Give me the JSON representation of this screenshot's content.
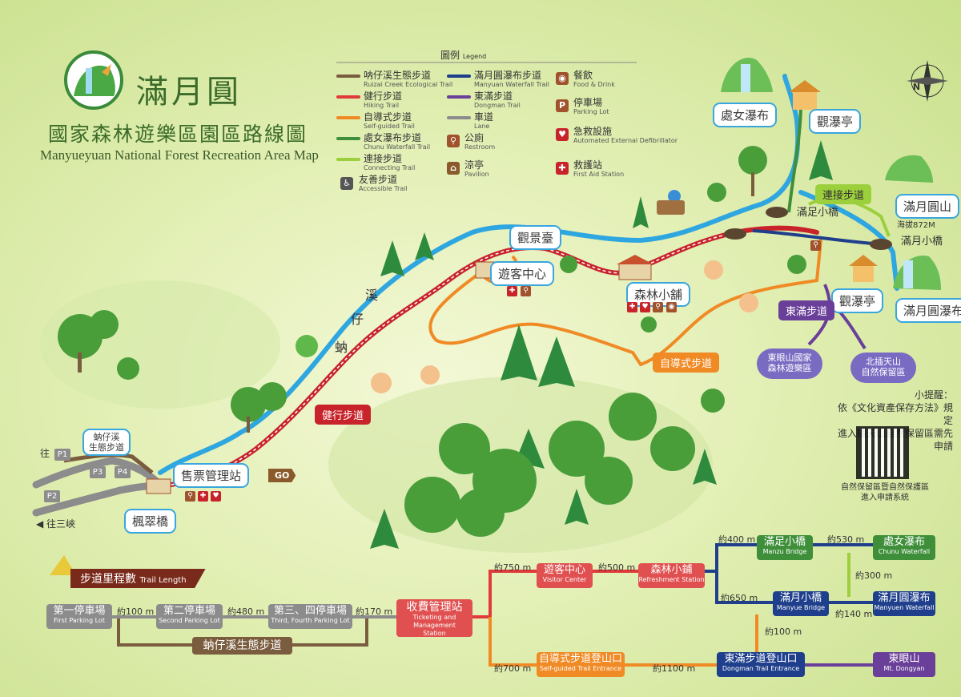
{
  "title": {
    "main": "滿月圓",
    "subtitle_cn": "國家森林遊樂區園區路線圖",
    "subtitle_en": "Manyueyuan National Forest Recreation Area Map"
  },
  "legend": {
    "heading": "圖例",
    "heading_en": "Legend",
    "items": [
      {
        "cn": "呐仔溪生態步道",
        "en": "Ruizai Creek Ecological Trail",
        "color": "#7a5c3e"
      },
      {
        "cn": "健行步道",
        "en": "Hiking Trail",
        "color": "#e03a3a"
      },
      {
        "cn": "自導式步道",
        "en": "Self-guided Trail",
        "color": "#f08a24"
      },
      {
        "cn": "處女瀑布步道",
        "en": "Chunu Waterfall Trail",
        "color": "#3f8f3a"
      },
      {
        "cn": "連接步道",
        "en": "Connecting Trail",
        "color": "#9ccf3c"
      },
      {
        "cn": "滿月圓瀑布步道",
        "en": "Manyuan Waterfall Trail",
        "color": "#1f3f8c"
      },
      {
        "cn": "東滿步道",
        "en": "Dongman Trail",
        "color": "#6a3f99"
      },
      {
        "cn": "車道",
        "en": "Lane",
        "color": "#8c8c8c"
      }
    ],
    "accessible": {
      "cn": "友善步道",
      "en": "Accessible Trail"
    },
    "amenities": [
      {
        "cn": "公廁",
        "en": "Restroom",
        "icon": "restroom-icon"
      },
      {
        "cn": "涼亭",
        "en": "Pavilion",
        "icon": "pavilion-icon"
      },
      {
        "cn": "餐飲",
        "en": "Food & Drink",
        "icon": "food-icon"
      },
      {
        "cn": "停車場",
        "en": "Parking Lot",
        "icon": "parking-icon",
        "glyph": "P"
      },
      {
        "cn": "急救設施",
        "en": "Automated External Defibrillator",
        "icon": "aed-icon",
        "glyph": "AED"
      },
      {
        "cn": "救護站",
        "en": "First Aid Station",
        "icon": "first-aid-icon",
        "glyph": "✚"
      }
    ]
  },
  "places": {
    "chunu_waterfall": "處女瀑布",
    "guanpu_pavilion_top": "觀瀑亭",
    "connecting_trail": "連接步道",
    "manyuan_mountain": "滿月圓山",
    "manyuan_mountain_alt": "海拔872M",
    "manzu_bridge": "滿足小橋",
    "manyue_bridge": "滿月小橋",
    "guanjing_platform": "觀景臺",
    "visitor_center": "遊客中心",
    "forest_shop": "森林小舖",
    "guanpu_pavilion": "觀瀑亭",
    "manyuan_waterfall": "滿月圓瀑布",
    "dongman_trail": "東滿步道",
    "dongyan_forest": "東眼山國家\n森林遊樂區",
    "beichatian_reserve": "北插天山\n自然保留區",
    "self_guided_trail": "自導式步道",
    "hiking_trail": "健行步道",
    "creek_chars": [
      "溪",
      "仔",
      "蚋"
    ],
    "ruizai_trail": "蚋仔溪\n生態步道",
    "ticket_station": "售票管理站",
    "fengcui_bridge": "楓翠橋",
    "to_p1": "往",
    "to_sanxia": "往三峽",
    "go_sign": "GO",
    "parking": [
      "P1",
      "P2",
      "P3",
      "P4"
    ]
  },
  "reminder": {
    "title": "小提醒：",
    "line1": "依《文化資產保存方法》規定",
    "line2": "進入插天山自然保留區需先申請",
    "qr_caption1": "自然保留區暨自然保護區",
    "qr_caption2": "進入申請系統"
  },
  "compass": {
    "north": "N"
  },
  "trail_length": {
    "title": "步道里程數",
    "title_en": "Trail Length",
    "nodes": {
      "first_parking": {
        "cn": "第一停車場",
        "en": "First Parking Lot"
      },
      "second_parking": {
        "cn": "第二停車場",
        "en": "Second Parking Lot"
      },
      "third_parking": {
        "cn": "第三、四停車場",
        "en": "Third, Fourth Parking Lot"
      },
      "ticket": {
        "cn": "收費管理站",
        "en": "Ticketing and Management Station"
      },
      "visitor": {
        "cn": "遊客中心",
        "en": "Visitor Center"
      },
      "shop": {
        "cn": "森林小鋪",
        "en": "Refreshment Station"
      },
      "manzu": {
        "cn": "滿足小橋",
        "en": "Manzu Bridge"
      },
      "chunu": {
        "cn": "處女瀑布",
        "en": "Chunu Waterfall"
      },
      "manyue": {
        "cn": "滿月小橋",
        "en": "Manyue Bridge"
      },
      "manyuan_wf": {
        "cn": "滿月圓瀑布",
        "en": "Manyuen Waterfall"
      },
      "selfguided": {
        "cn": "自導式步道登山口",
        "en": "Self-guided Trail Entrance"
      },
      "dongman": {
        "cn": "東滿步道登山口",
        "en": "Dongman Trail Entrance"
      },
      "dongyan": {
        "cn": "東眼山",
        "en": "Mt. Dongyan"
      },
      "ruizai": {
        "cn": "蚋仔溪生態步道",
        "en": ""
      }
    },
    "distances": {
      "d100": "約100 m",
      "d480": "約480 m",
      "d170": "約170 m",
      "d750": "約750 m",
      "d500": "約500 m",
      "d400": "約400 m",
      "d530": "約530 m",
      "d300": "約300 m",
      "d650": "約650 m",
      "d140": "約140 m",
      "d100b": "約100 m",
      "d700": "約700 m",
      "d1100": "約1100 m"
    }
  }
}
